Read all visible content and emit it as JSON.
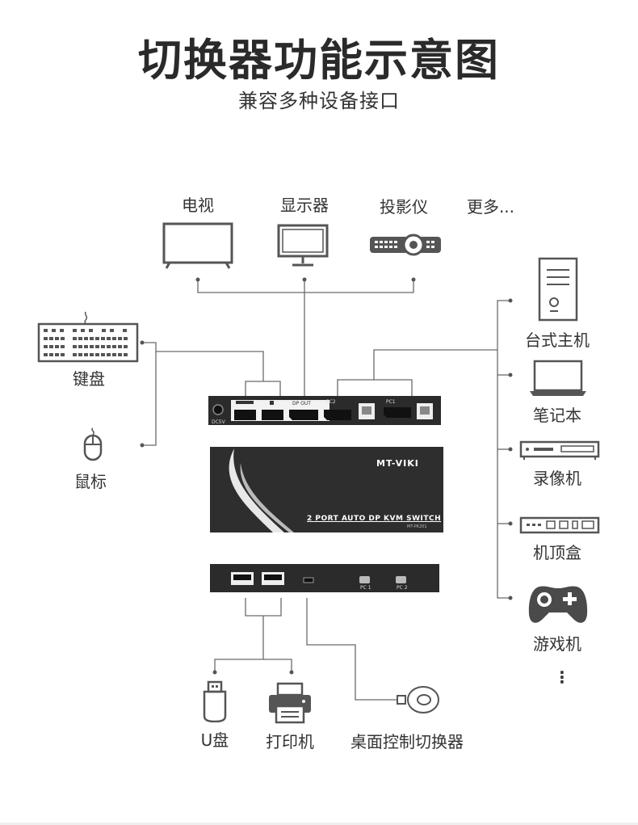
{
  "title": "切换器功能示意图",
  "subtitle": "兼容多种设备接口",
  "outputs": {
    "tv": "电视",
    "monitor": "显示器",
    "projector": "投影仪",
    "more": "更多..."
  },
  "peripherals": {
    "keyboard": "键盘",
    "mouse": "鼠标"
  },
  "computers": {
    "desktop": "台式主机",
    "laptop": "笔记本",
    "recorder": "录像机",
    "set_top_box": "机顶盒",
    "game_console": "游戏机",
    "more": "⋮"
  },
  "bottom": {
    "usb_drive": "U盘",
    "printer": "打印机",
    "desktop_controller": "桌面控制切换器"
  },
  "device": {
    "brand": "MT-VIKI",
    "name": "2 PORT AUTO DP KVM SWITCH",
    "model": "MT-PK201",
    "rear_labels": {
      "dc": "DC5V",
      "dp_out": "DP OUT",
      "pc2": "PC2",
      "pc1": "PC1"
    },
    "front_labels": {
      "pc1": "PC 1",
      "pc2": "PC 2"
    }
  },
  "colors": {
    "line": "#6a6a6a",
    "panel": "#2b2b2b",
    "icon": "#555555",
    "gamepad": "#4a4a4a"
  }
}
